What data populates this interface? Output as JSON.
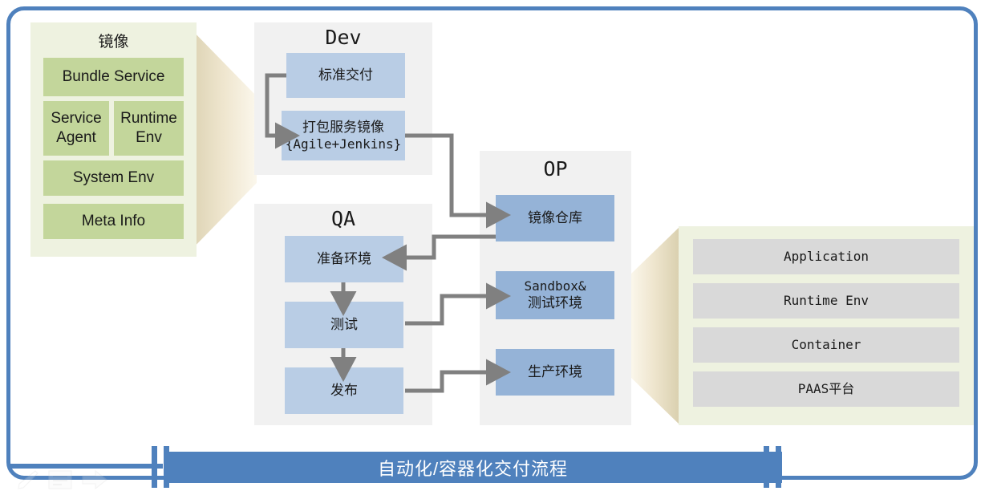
{
  "frame": {
    "accent_color": "#4f81bd"
  },
  "image_panel": {
    "title": "镜像",
    "items": [
      {
        "label": "Bundle Service"
      },
      {
        "label": "Service\nAgent"
      },
      {
        "label": "Runtime\nEnv"
      },
      {
        "label": "System Env"
      },
      {
        "label": "Meta Info"
      }
    ],
    "fill_color": "#c3d69b",
    "panel_color": "#eef2e0"
  },
  "dev_panel": {
    "title": "Dev",
    "items": [
      {
        "label": "标准交付"
      },
      {
        "label": "打包服务镜像",
        "sub": "{Agile+Jenkins}"
      }
    ],
    "fill_color": "#b9cde5",
    "panel_color": "#f1f1f1"
  },
  "qa_panel": {
    "title": "QA",
    "items": [
      {
        "label": "准备环境"
      },
      {
        "label": "测试"
      },
      {
        "label": "发布"
      }
    ],
    "fill_color": "#b9cde5",
    "panel_color": "#f1f1f1"
  },
  "op_panel": {
    "title": "OP",
    "items": [
      {
        "label": "镜像仓库"
      },
      {
        "label": "Sandbox&",
        "sub": "测试环境"
      },
      {
        "label": "生产环境"
      }
    ],
    "fill_color": "#95b3d7",
    "panel_color": "#f1f1f1"
  },
  "stack_panel": {
    "items": [
      {
        "label": "Application"
      },
      {
        "label": "Runtime Env"
      },
      {
        "label": "Container"
      },
      {
        "label": "PAAS平台"
      }
    ],
    "fill_color": "#d9d9d9",
    "panel_color": "#eef2e0"
  },
  "banner": {
    "label": "自动化/容器化交付流程",
    "color": "#4f81bd",
    "text_color": "#ffffff"
  },
  "connectors": {
    "arrow_color": "#808080",
    "edges": [
      {
        "from": "标准交付",
        "to": "打包服务镜像"
      },
      {
        "from": "打包服务镜像",
        "to": "镜像仓库"
      },
      {
        "from": "镜像仓库",
        "to": "准备环境"
      },
      {
        "from": "准备环境",
        "to": "测试"
      },
      {
        "from": "测试",
        "to": "Sandbox&测试环境"
      },
      {
        "from": "测试",
        "to": "发布"
      },
      {
        "from": "发布",
        "to": "生产环境"
      }
    ]
  },
  "watermarks": [
    {
      "icon": "pencil-icon"
    },
    {
      "icon": "document-icon"
    },
    {
      "icon": "arrow-right-icon"
    }
  ]
}
